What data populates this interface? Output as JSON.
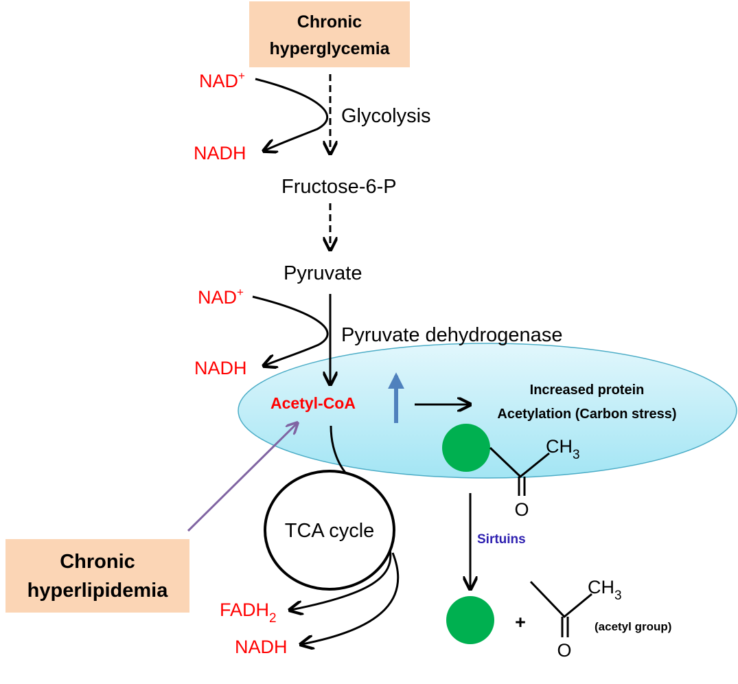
{
  "boxes": {
    "hyperglycemia_line1": "Chronic",
    "hyperglycemia_line2": "hyperglycemia",
    "hyperlipidemia_line1": "Chronic",
    "hyperlipidemia_line2": "hyperlipidemia"
  },
  "pathway": {
    "glycolysis": "Glycolysis",
    "fructose": "Fructose-6-P",
    "pyruvate": "Pyruvate",
    "pdh": "Pyruvate dehydrogenase",
    "acetyl_coa": "Acetyl-CoA",
    "tca_cycle": "TCA cycle"
  },
  "cofactors": {
    "nad_top": "NAD",
    "nad_top_sup": "+",
    "nadh_top": "NADH",
    "nad_mid": "NAD",
    "nad_mid_sup": "+",
    "nadh_mid": "NADH",
    "fadh_base": "FADH",
    "fadh_sub": "2",
    "nadh_bottom": "NADH"
  },
  "acetylation": {
    "line1": "Increased protein",
    "line2": "Acetylation (Carbon stress)",
    "sirtuins": "Sirtuins",
    "plus": "+",
    "acetyl_group": "(acetyl group)"
  },
  "chemistry": {
    "ch_top": "CH",
    "ch_top_sub": "3",
    "o_top": "O",
    "ch_bottom": "CH",
    "ch_bottom_sub": "3",
    "o_bottom": "O"
  },
  "colors": {
    "box_fill": "#fbd5b5",
    "cofactor_red": "#ff0000",
    "acetyl_red": "#ff0000",
    "ellipse_fill_top": "#dff6fb",
    "ellipse_fill_bottom": "#a6e6f5",
    "ellipse_stroke": "#4bacc6",
    "up_arrow_blue": "#4f81bd",
    "purple_arrow": "#8064a2",
    "sirtuins_blue": "#2e20b0",
    "protein_green": "#00b050"
  }
}
